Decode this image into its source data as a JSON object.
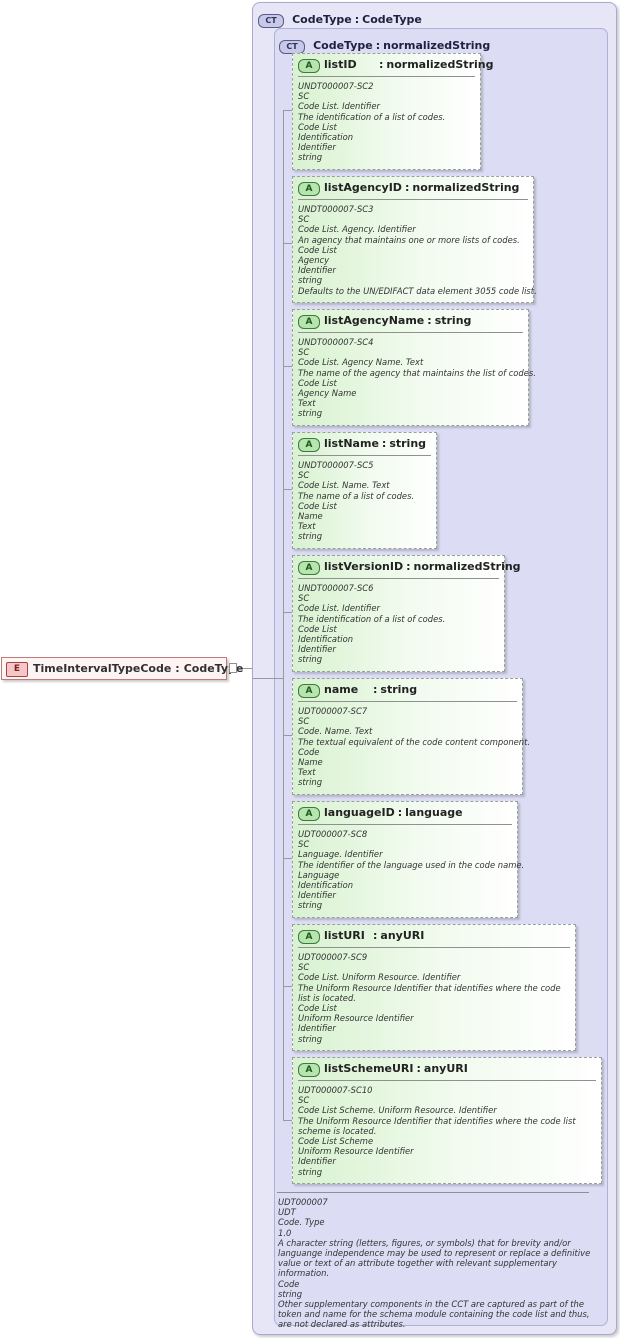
{
  "element": {
    "badge": "E",
    "name": "TimeIntervalTypeCode",
    "colon": ":",
    "type": "CodeType"
  },
  "outer_ct": {
    "badge": "CT",
    "name": "CodeType",
    "colon": ":",
    "type": "CodeType"
  },
  "inner_ct": {
    "badge": "CT",
    "name": "CodeType",
    "colon": ":",
    "type": "normalizedString"
  },
  "attr_badge": "A",
  "attributes": [
    {
      "name": "listID",
      "colon": ":",
      "type": "normalizedString",
      "doc": [
        "UNDT000007-SC2",
        "SC",
        "Code List. Identifier",
        "The identification of a list of codes.",
        "Code List",
        "Identification",
        "Identifier",
        "string"
      ]
    },
    {
      "name": "listAgencyID",
      "colon": ":",
      "type": "normalizedString",
      "doc": [
        "UNDT000007-SC3",
        "SC",
        "Code List. Agency. Identifier",
        "An agency that maintains one or more lists of codes.",
        "Code List",
        "Agency",
        "Identifier",
        "string",
        "Defaults to the UN/EDIFACT data element 3055 code list."
      ]
    },
    {
      "name": "listAgencyName",
      "colon": ":",
      "type": "string",
      "doc": [
        "UNDT000007-SC4",
        "SC",
        "Code List. Agency Name. Text",
        "The name of the agency that maintains the list of codes.",
        "Code List",
        "Agency Name",
        "Text",
        "string"
      ]
    },
    {
      "name": "listName",
      "colon": ":",
      "type": "string",
      "doc": [
        "UNDT000007-SC5",
        "SC",
        "Code List. Name. Text",
        "The name of a list of codes.",
        "Code List",
        "Name",
        "Text",
        "string"
      ]
    },
    {
      "name": "listVersionID",
      "colon": ":",
      "type": "normalizedString",
      "doc": [
        "UNDT000007-SC6",
        "SC",
        "Code List. Identifier",
        "The identification of a list of codes.",
        "Code List",
        "Identification",
        "Identifier",
        "string"
      ]
    },
    {
      "name": "name",
      "colon": ":",
      "type": "string",
      "doc": [
        "UDT000007-SC7",
        "SC",
        "Code. Name. Text",
        "The textual equivalent of the code content component.",
        "Code",
        "Name",
        "Text",
        "string"
      ]
    },
    {
      "name": "languageID",
      "colon": ":",
      "type": "language",
      "doc": [
        "UDT000007-SC8",
        "SC",
        "Language. Identifier",
        "The identifier of the language used in the code name.",
        "Language",
        "Identification",
        "Identifier",
        "string"
      ]
    },
    {
      "name": "listURI",
      "colon": ":",
      "type": "anyURI",
      "doc": [
        "UDT000007-SC9",
        "SC",
        "Code List. Uniform Resource. Identifier",
        "The Uniform Resource Identifier that identifies where the code list is located.",
        "Code List",
        "Uniform Resource Identifier",
        "Identifier",
        "string"
      ]
    },
    {
      "name": "listSchemeURI",
      "colon": ":",
      "type": "anyURI",
      "doc": [
        "UDT000007-SC10",
        "SC",
        "Code List Scheme. Uniform Resource. Identifier",
        "The Uniform Resource Identifier that identifies where the code list scheme is located.",
        "Code List Scheme",
        "Uniform Resource Identifier",
        "Identifier",
        "string"
      ]
    }
  ],
  "ct_doc": [
    "UDT000007",
    "UDT",
    "Code. Type",
    "1.0",
    "A character string (letters, figures, or symbols) that for brevity and/or languange independence may be used to represent or replace a definitive value or text of an attribute together with relevant supplementary information.",
    "Code",
    "string",
    "Other supplementary components in the CCT are captured as part of the token and name for the schema module containing the code list and thus, are not declared as attributes."
  ]
}
